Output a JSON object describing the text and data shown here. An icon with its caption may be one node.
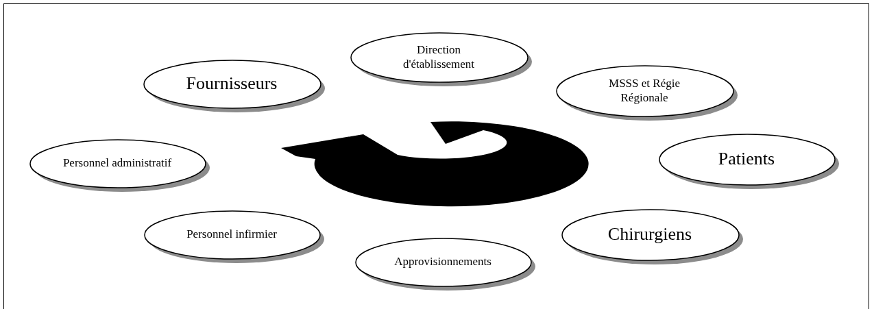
{
  "diagram": {
    "nodes": [
      {
        "text": [
          "Direction d'établissement"
        ]
      },
      {
        "text": [
          "Fournisseurs"
        ]
      },
      {
        "text": [
          "MSSS et Régie Régionale"
        ]
      },
      {
        "text": [
          "Personnel administratif"
        ]
      },
      {
        "text": [
          "Patients"
        ]
      },
      {
        "text": [
          "Personnel infirmier"
        ]
      },
      {
        "text": [
          "Chirurgiens"
        ]
      },
      {
        "text": [
          "Approvisionnements"
        ]
      }
    ]
  }
}
